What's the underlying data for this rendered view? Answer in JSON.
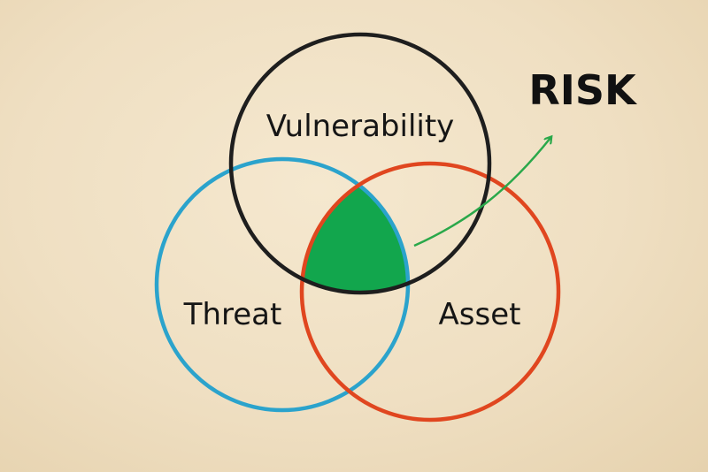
{
  "labels": {
    "vulnerability": "Vulnerability",
    "threat": "Threat",
    "asset": "Asset",
    "result": "RISK"
  },
  "colors": {
    "background": "#efdfc2",
    "vulnerability_circle": "#1e1e1e",
    "threat_circle": "#2ba3cc",
    "asset_circle": "#e0461f",
    "intersection_fill": "#12a64d",
    "arrow": "#2aa84a"
  }
}
